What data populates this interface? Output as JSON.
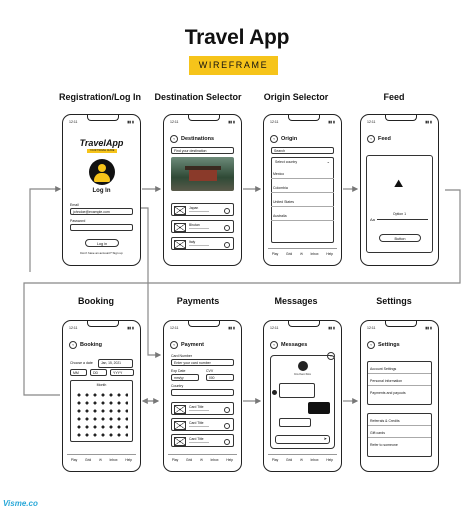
{
  "title": "Travel App",
  "subtitle": "WIREFRAME",
  "watermark": "Visme.co",
  "screens": {
    "reg": {
      "label": "Registration/Log In",
      "time": "12:11",
      "logo": "TravelApp",
      "tagline": "YOUR TRAVEL GUIDE",
      "heading": "Log In",
      "email_label": "Email",
      "email_value": "johndoe@example.com",
      "password_label": "Password",
      "button": "Log in",
      "footer": "Don't have an account? Sign up"
    },
    "dest": {
      "label": "Destination Selector",
      "time": "12:11",
      "heading": "Destinations",
      "search": "Find your destination",
      "items": [
        "Japan",
        "Bhutan",
        "Italy"
      ]
    },
    "origin": {
      "label": "Origin Selector",
      "time": "12:11",
      "heading": "Origin",
      "search": "Search",
      "select": "Select country",
      "options": [
        "Mexico",
        "Colombia",
        "United States",
        "Australia"
      ]
    },
    "feed": {
      "label": "Feed",
      "time": "12:11",
      "heading": "Feed",
      "option": "Option 1",
      "slider": "Aa",
      "button": "Button"
    },
    "booking": {
      "label": "Booking",
      "time": "12:11",
      "heading": "Booking",
      "date_label": "Choose a date",
      "date": "Jan, 15, 2021",
      "mm": "MM",
      "dd": "DD",
      "yyyy": "YYYY",
      "month": "Month"
    },
    "payment": {
      "label": "Payments",
      "time": "12:11",
      "heading": "Payment",
      "card_number": "Card Number",
      "card_placeholder": "Enter your card number",
      "exp_label": "Exp Date",
      "exp_value": "mm/yy",
      "cvv_label": "CVV",
      "cvv_value": "000",
      "country_label": "Country",
      "cards": [
        "Card Title",
        "Card Title",
        "Card Title"
      ]
    },
    "messages": {
      "label": "Messages",
      "time": "12:11",
      "heading": "Messages",
      "contact": "It is Ken Kiro"
    },
    "settings": {
      "label": "Settings",
      "time": "12:11",
      "heading": "Settings",
      "items": [
        "Account Settings",
        "Personal information",
        "Payments and payouts",
        "Referrals & Credits",
        "Gift cards",
        "Refer to someone"
      ]
    }
  },
  "tabbar": [
    "Play",
    "Grid",
    "Globe",
    "Inbox",
    "Help"
  ]
}
